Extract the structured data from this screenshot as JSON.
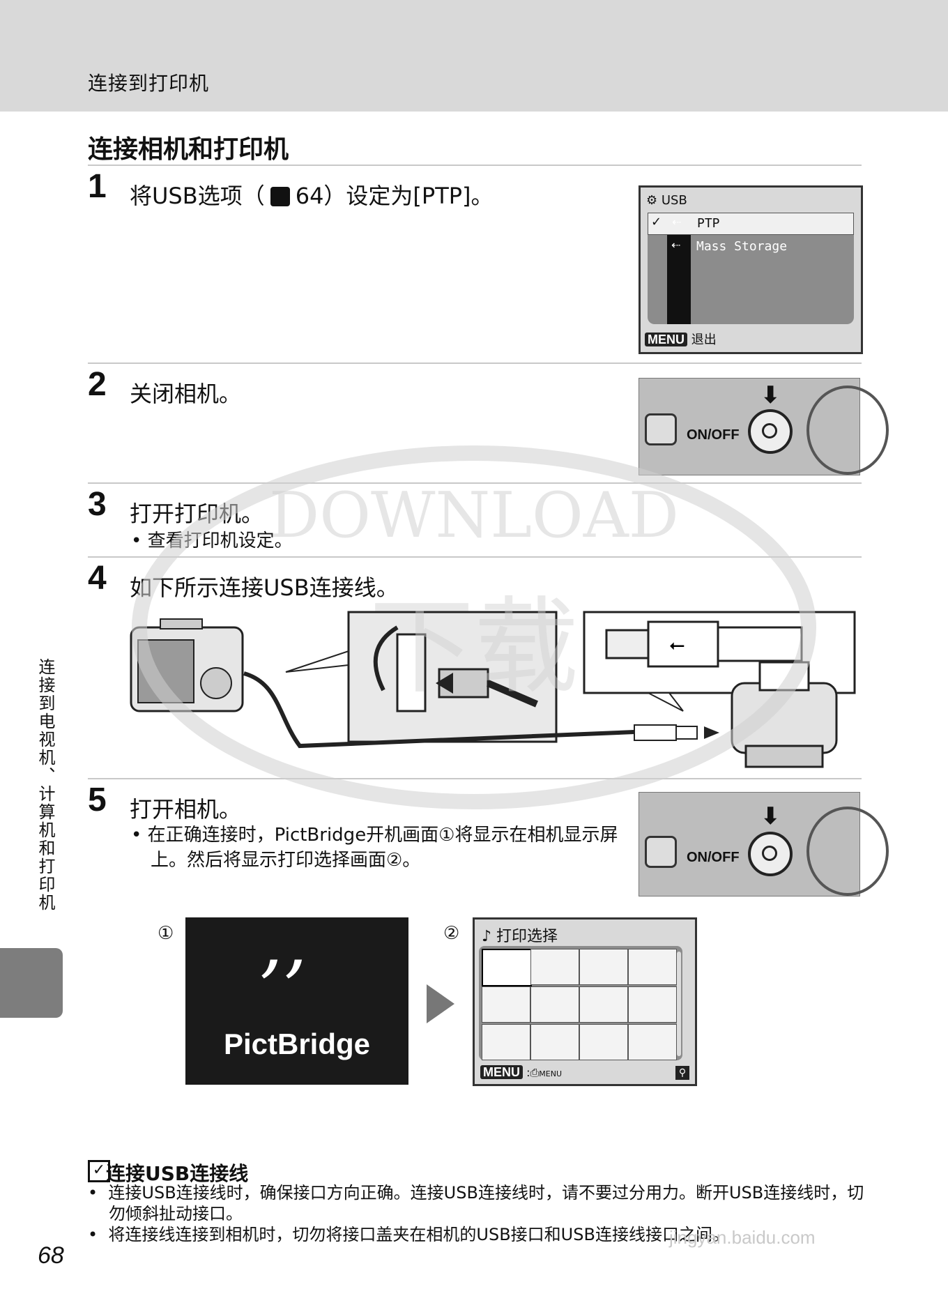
{
  "header": {
    "section": "连接到打印机"
  },
  "title": "连接相机和打印机",
  "steps": [
    {
      "num": "1",
      "text_before": "将USB选项（",
      "ref": "64",
      "text_after": "）设定为[PTP]。"
    },
    {
      "num": "2",
      "text": "关闭相机。"
    },
    {
      "num": "3",
      "text": "打开打印机。",
      "bullet": "查看打印机设定。"
    },
    {
      "num": "4",
      "text": "如下所示连接USB连接线。"
    },
    {
      "num": "5",
      "text": "打开相机。",
      "bullet": "在正确连接时，PictBridge开机画面①将显示在相机显示屏上。然后将显示打印选择画面②。"
    }
  ],
  "usb_menu": {
    "title": "USB",
    "options": [
      "PTP",
      "Mass Storage"
    ],
    "selected": "PTP",
    "menu_chip": "MENU",
    "exit_label": "退出"
  },
  "power_button": {
    "label": "ON/OFF"
  },
  "screens": {
    "marker1": "①",
    "marker2": "②",
    "splash_text": "PictBridge",
    "print_select_title": "打印选择",
    "menu_chip": "MENU",
    "menu_sub": "MENU"
  },
  "note": {
    "title": "连接USB连接线",
    "bullets": [
      "连接USB连接线时，确保接口方向正确。连接USB连接线时，请不要过分用力。断开USB连接线时，切勿倾斜扯动接口。",
      "将连接线连接到相机时，切勿将接口盖夹在相机的USB接口和USB连接线接口之间。"
    ]
  },
  "side_tab_text": "连接到电视机、计算机和打印机",
  "page_number": "68",
  "watermark": {
    "text": "DOWNLOAD",
    "cjk": "下载",
    "site": "jingyan.baidu.com"
  }
}
